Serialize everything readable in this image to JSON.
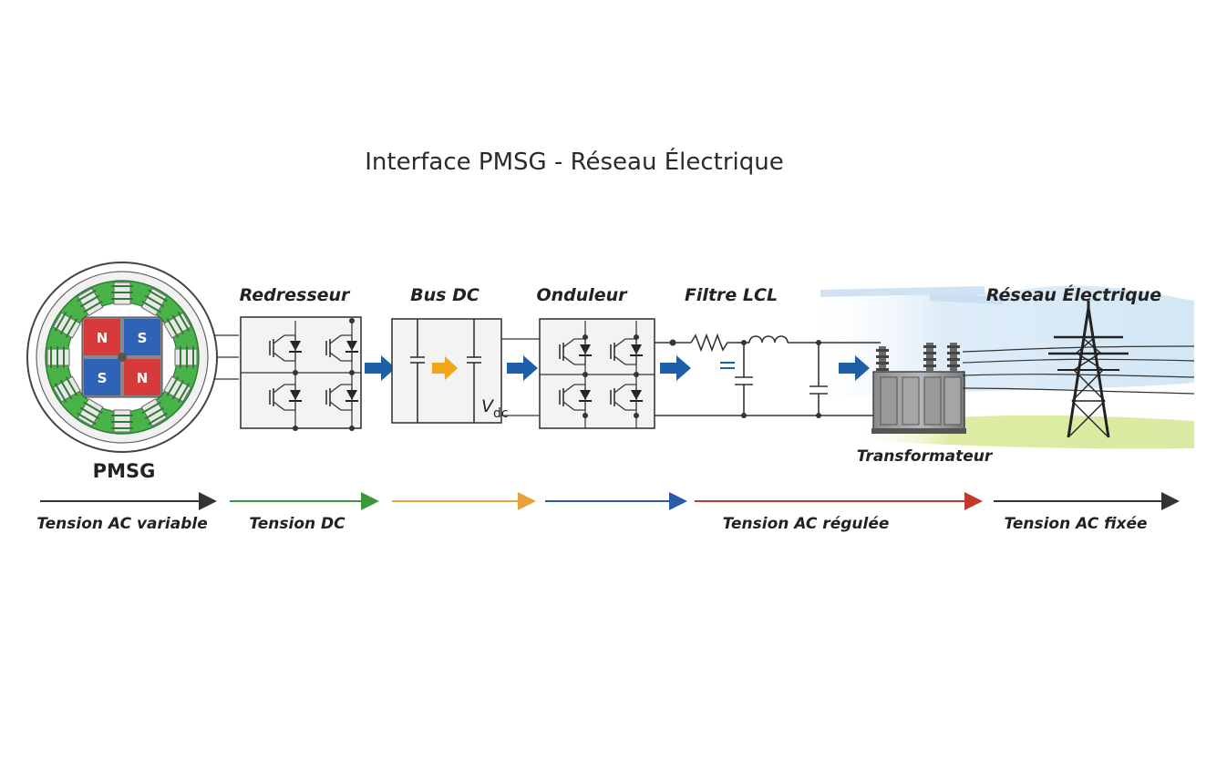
{
  "title": "Interface PMSG - Réseau Électrique",
  "stages": {
    "redresseur": "Redresseur",
    "bus_dc": "Bus DC",
    "onduleur": "Onduleur",
    "filtre": "Filtre LCL",
    "reseau": "Réseau Électrique",
    "transformateur": "Transformateur",
    "pmsg": "PMSG",
    "vdc_main": "V",
    "vdc_sub": "dc"
  },
  "magnets": {
    "north": "N",
    "south": "S"
  },
  "voltage_bands": [
    {
      "label": "Tension AC variable",
      "color": "#333333"
    },
    {
      "label": "Tension DC",
      "color": "#3a9a3a"
    },
    {
      "label": "",
      "color": "#e8a13a"
    },
    {
      "label": "",
      "color": "#2a5aa8"
    },
    {
      "label": "Tension AC régulée",
      "color": "#c0392b"
    },
    {
      "label": "Tension AC fixée",
      "color": "#333333"
    }
  ],
  "colors": {
    "flow_arrow": "#1f5fa8",
    "bus_arrow": "#f0a818",
    "stator_green": "#49b34a",
    "north_red": "#d63a3a",
    "south_blue": "#2f63b8"
  }
}
